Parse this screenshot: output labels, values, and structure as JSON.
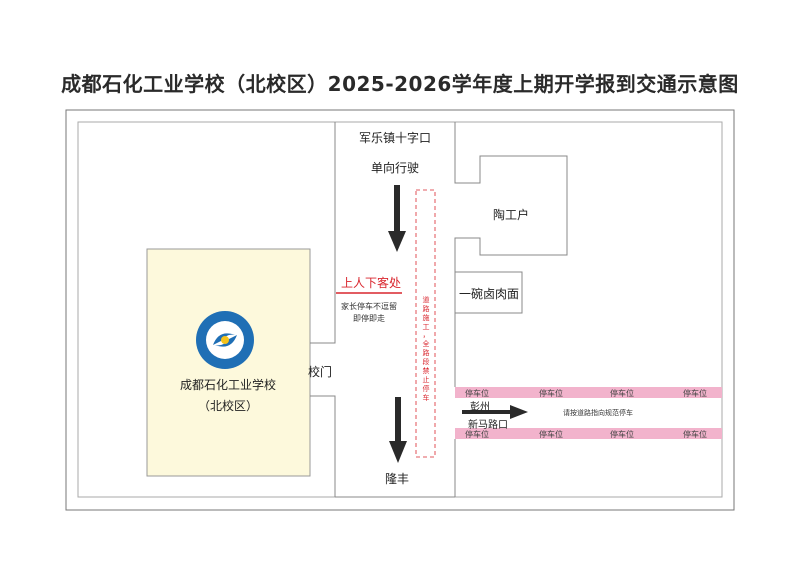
{
  "title": "成都石化工业学校（北校区）2025-2026学年度上期开学报到交通示意图",
  "labels": {
    "junction_north": "军乐镇十字口",
    "one_way": "单向行驶",
    "dropoff": "上人下客处",
    "dropoff_note_1": "家长停车不逗留",
    "dropoff_note_2": "即停即走",
    "school_gate": "校门",
    "school_name": "成都石化工业学校",
    "school_campus": "（北校区）",
    "construction": [
      "道",
      "路",
      "施",
      "工",
      "，",
      "全",
      "路",
      "段",
      "禁",
      "止",
      "停",
      "车"
    ],
    "taogonghu": "陶工户",
    "noodle_shop": "一碗卤肉面",
    "pengzhou": "彭州",
    "xinma_junction": "新马路口",
    "follow_road": "请按道路指向规范停车",
    "longfeng": "隆丰",
    "parking": "停车位"
  },
  "colors": {
    "school_fill": "#fdf9dc",
    "parking_fill": "#f2b3cc",
    "red": "#d9262e",
    "line": "#888888"
  }
}
